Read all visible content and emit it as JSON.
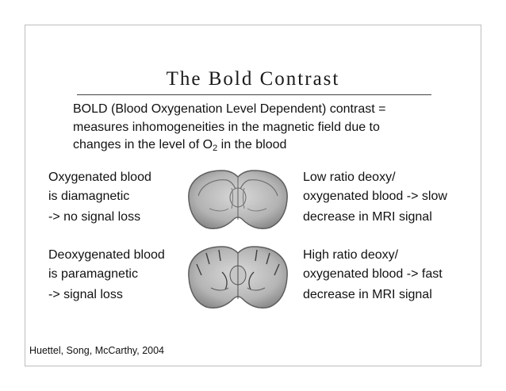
{
  "slide": {
    "title": "The Bold Contrast",
    "intro": {
      "line1": "BOLD (Blood Oxygenation Level Dependent) contrast =",
      "line2": "measures inhomogeneities in the magnetic field due to",
      "line3_pre": "changes in the level of O",
      "line3_sub": "2",
      "line3_post": " in the blood"
    },
    "oxygenated": {
      "left": [
        "Oxygenated blood",
        "is diamagnetic",
        "-> no signal loss"
      ],
      "right": [
        "Low ratio deoxy/",
        "oxygenated blood -> slow",
        "decrease in MRI signal"
      ]
    },
    "deoxygenated": {
      "left": [
        "Deoxygenated blood",
        "is paramagnetic",
        "-> signal loss"
      ],
      "right": [
        "High ratio deoxy/",
        "oxygenated blood -> fast",
        "decrease in MRI signal"
      ]
    },
    "citation": "Huettel, Song, McCarthy, 2004"
  }
}
